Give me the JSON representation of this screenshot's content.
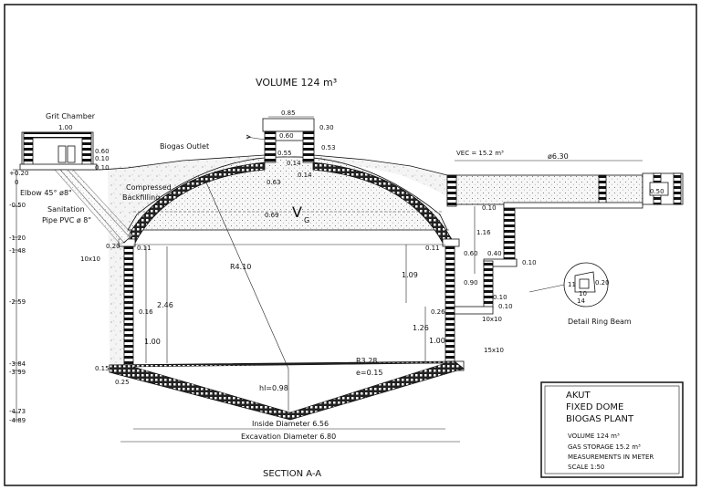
{
  "title": "VOLUME 124 m³",
  "section_title": "SECTION A-A",
  "labels": {
    "grit_chamber": "Grit Chamber",
    "biogas_outlet": "Biogas Outlet",
    "compressed": "Compressed",
    "backfilling": "Backfilling",
    "elbow": "Elbow 45° ø8\"",
    "sanitation": "Sanitation",
    "pipe": "Pipe PVC ø 8\"",
    "vg": "V",
    "vg_sub": "G",
    "vec": "VEC = 15.2 m³",
    "detail_ring_beam": "Detail Ring Beam",
    "inside_diameter": "Inside Diameter 6.56",
    "excavation_diameter": "Excavation Diameter 6.80"
  },
  "dimensions": {
    "grit_width": "1.00",
    "grit_h1": "0.60",
    "grit_h2": "0.10",
    "grit_h3": "0.10",
    "top_w": "0.85",
    "top_h1": "0.30",
    "top_h2": "0.53",
    "top_inner": "0.60",
    "neck": "0.55",
    "d014a": "0.14",
    "d014b": "0.14",
    "dome_t": "0.63",
    "gas_h": "0.69",
    "radius": "R4.10",
    "d011a": "0.11",
    "d011b": "0.11",
    "d020": "0.20",
    "d10x10a": "10x10",
    "d246": "2.46",
    "d016": "0.16",
    "d100a": "1.00",
    "d015": "0.15",
    "d025": "0.25",
    "hl": "hl=0.98",
    "r328": "R3.28",
    "e015": "e=0.15",
    "d109": "1.09",
    "d126": "1.26",
    "d100b": "1.00",
    "d026": "0.26",
    "d10x10b": "10x10",
    "d15x10": "15x10",
    "d090": "0.90",
    "d060": "0.60",
    "d040": "0.40",
    "d010a": "0.10",
    "d010b": "0.10",
    "d010c": "0.10",
    "d010d": "0.10",
    "d116": "1.16",
    "d630": "ø6.30",
    "d050": "0.50",
    "rb_10": "10",
    "rb_14": "14",
    "rb_11": "11",
    "rb_020": "0.20"
  },
  "levels": [
    "+0.20",
    "0",
    "-0.50",
    "-1.20",
    "-1.48",
    "-2.59",
    "-3.84",
    "-3.99",
    "-4.73",
    "-4.89"
  ],
  "title_block": {
    "line1": "AKUT",
    "line2": "FIXED DOME",
    "line3": "BIOGAS PLANT",
    "line4": "VOLUME 124 m³",
    "line5": "GAS STORAGE 15.2 m³",
    "line6": "MEASUREMENTS IN METER",
    "line7": "SCALE 1:50"
  }
}
